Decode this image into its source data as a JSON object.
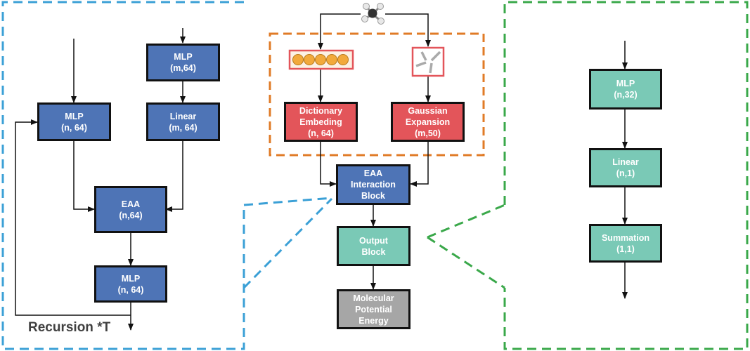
{
  "left_panel": {
    "mlp_top": {
      "line1": "MLP",
      "line2": "(m,64)"
    },
    "linear": {
      "line1": "Linear",
      "line2": "(m, 64)"
    },
    "mlp_left": {
      "line1": "MLP",
      "line2": "(n, 64)"
    },
    "eaa": {
      "line1": "EAA",
      "line2": "(n,64)"
    },
    "mlp_bottom": {
      "line1": "MLP",
      "line2": "(n, 64)"
    },
    "recursion_label": "Recursion *T"
  },
  "center_panel": {
    "dictionary": {
      "line1": "Dictionary",
      "line2": "Embeding",
      "line3": "(n, 64)"
    },
    "gaussian": {
      "line1": "Gaussian",
      "line2": "Expansion",
      "line3": "(m,50)"
    },
    "eaa_block": {
      "line1": "EAA",
      "line2": "Interaction",
      "line3": "Block"
    },
    "output_block": {
      "line1": "Output",
      "line2": "Block"
    },
    "energy": {
      "line1": "Molecular",
      "line2": "Potential",
      "line3": "Energy"
    }
  },
  "right_panel": {
    "mlp": {
      "line1": "MLP",
      "line2": "(n,32)"
    },
    "linear": {
      "line1": "Linear",
      "line2": "(n,1)"
    },
    "summation": {
      "line1": "Summation",
      "line2": "(1,1)"
    }
  },
  "colors": {
    "blue_panel_border": "#3ba0d6",
    "green_panel_border": "#3aa84a",
    "orange_group_border": "#e07b27",
    "block_blue": "#4e74b6",
    "block_red": "#e3555a",
    "block_teal": "#7ac9b6",
    "block_grey": "#a6a6a6",
    "embedding_dot": "#f2a93b"
  }
}
